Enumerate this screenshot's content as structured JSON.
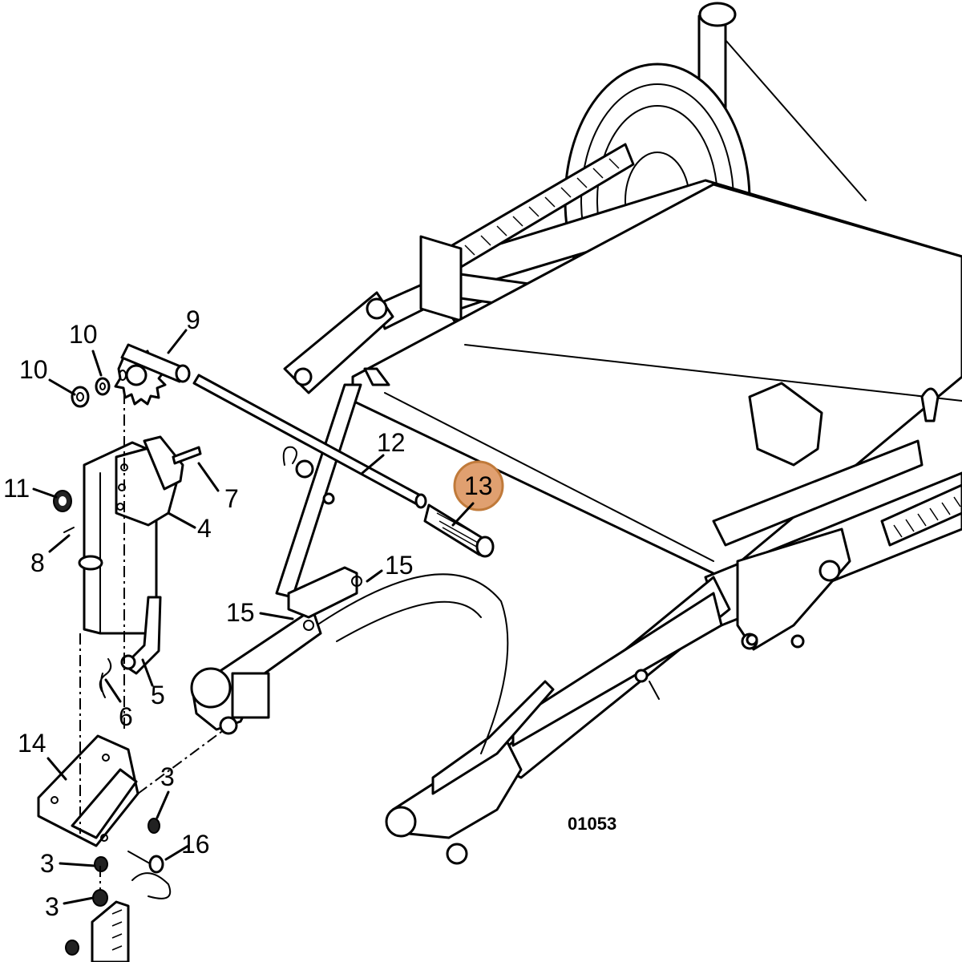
{
  "diagram": {
    "figure_id": "01053",
    "highlight_color": "#E0A070",
    "highlight_stroke": "#C07A3A",
    "callouts": [
      {
        "id": "c9",
        "label": "9"
      },
      {
        "id": "c10a",
        "label": "10"
      },
      {
        "id": "c10b",
        "label": "10"
      },
      {
        "id": "c11",
        "label": "11"
      },
      {
        "id": "c7",
        "label": "7"
      },
      {
        "id": "c4",
        "label": "4"
      },
      {
        "id": "c8",
        "label": "8"
      },
      {
        "id": "c12",
        "label": "12"
      },
      {
        "id": "c13",
        "label": "13"
      },
      {
        "id": "c15a",
        "label": "15"
      },
      {
        "id": "c15b",
        "label": "15"
      },
      {
        "id": "c5",
        "label": "5"
      },
      {
        "id": "c6",
        "label": "6"
      },
      {
        "id": "c14",
        "label": "14"
      },
      {
        "id": "c3a",
        "label": "3"
      },
      {
        "id": "c16",
        "label": "16"
      },
      {
        "id": "c3b",
        "label": "3"
      },
      {
        "id": "c3c",
        "label": "3"
      }
    ]
  }
}
